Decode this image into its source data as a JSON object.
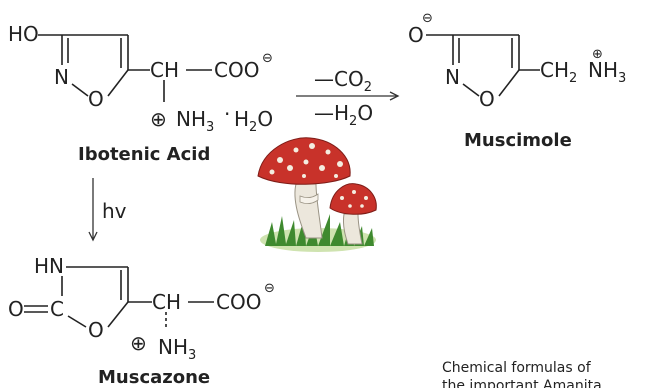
{
  "ibotenic": {
    "ho": "HO",
    "n": "N",
    "o_ring": "O",
    "ch": "CH",
    "coo": "COO",
    "minus": "⊖",
    "plus": "⊕",
    "nh3": "NH",
    "nh3_sub": "3",
    "dot": "·",
    "water": "H",
    "water_sub": "2",
    "water_o": "O",
    "name": "Ibotenic Acid"
  },
  "reaction": {
    "minus_co2": "—CO",
    "co2_sub": "2",
    "minus_h2o": "—H",
    "h2o_sub": "2",
    "h2o_o": "O"
  },
  "muscimole": {
    "o": "O",
    "minus": "⊖",
    "n": "N",
    "o_ring": "O",
    "ch2": "CH",
    "ch2_sub": "2",
    "plus": "⊕",
    "nh3": "NH",
    "nh3_sub": "3",
    "name": "Muscimole"
  },
  "photolysis": {
    "label": "hv"
  },
  "muscazone": {
    "hn": "HN",
    "o": "O",
    "c": "C",
    "o_ring": "O",
    "ch": "CH",
    "coo": "COO",
    "minus": "⊖",
    "plus": "⊕",
    "nh3": "NH",
    "nh3_sub": "3",
    "name": "Muscazone"
  },
  "caption": {
    "line1": "Chemical formulas of",
    "line2": "the important Amanita"
  },
  "colors": {
    "ink": "#222222",
    "mushroom_cap": "#c8322a",
    "mushroom_spots": "#f4ede0",
    "stem": "#ece7dc",
    "grass": "#3f8a2f"
  },
  "icons": [
    "mushroom-illustration"
  ]
}
